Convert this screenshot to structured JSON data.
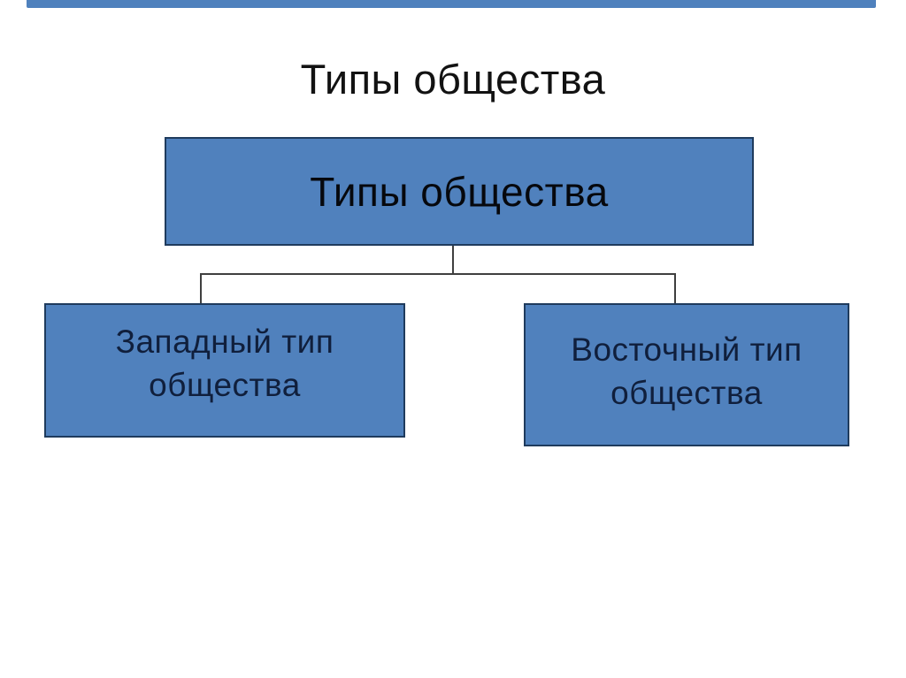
{
  "slide": {
    "page_title": "Типы общества",
    "diagram": {
      "type": "hierarchy",
      "root": {
        "label": "Типы общества"
      },
      "children": [
        {
          "label": "Западный тип общества"
        },
        {
          "label": "Восточный тип общества"
        }
      ]
    }
  },
  "theme": {
    "background": "#ffffff",
    "accent_bar": "#4f81bd",
    "box_fill": "#5081bd",
    "box_border": "#1f3b5d",
    "connector": "#3f3f3f",
    "title_color": "#121212",
    "root_text_color": "#06080d",
    "child_text_color": "#101f3c"
  }
}
